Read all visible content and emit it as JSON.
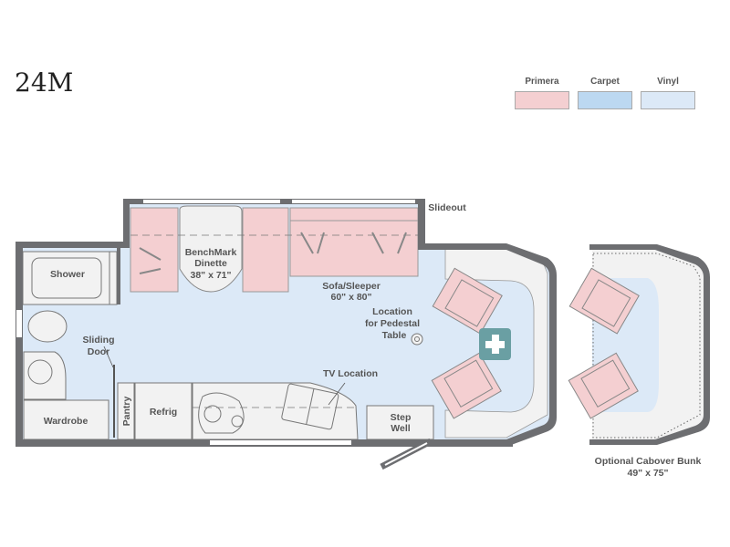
{
  "title": "24M",
  "legend": [
    {
      "label": "Primera",
      "color": "#f4cfd1"
    },
    {
      "label": "Carpet",
      "color": "#bcd8f1"
    },
    {
      "label": "Vinyl",
      "color": "#dce9f7"
    }
  ],
  "labels": {
    "shower": "Shower",
    "sliding_door": [
      "Sliding",
      "Door"
    ],
    "wardrobe": "Wardrobe",
    "pantry": "Pantry",
    "refrig": "Refrig",
    "dinette": [
      "BenchMark",
      "Dinette",
      "38\" x 71\""
    ],
    "sofa": [
      "Sofa/Sleeper",
      "60\" x 80\""
    ],
    "pedestal": [
      "Location",
      "for Pedestal",
      "Table"
    ],
    "tv": "TV Location",
    "step_well": [
      "Step",
      "Well"
    ],
    "slideout": "Slideout",
    "cabover": [
      "Optional Cabover Bunk",
      "49\" x 75\""
    ]
  },
  "colors": {
    "wall": "#6d6e71",
    "floor": "#dce9f7",
    "upholstery": "#f4cfd1",
    "vinyl_area": "#f2f2f2",
    "first_aid": "#6a9fa3"
  }
}
